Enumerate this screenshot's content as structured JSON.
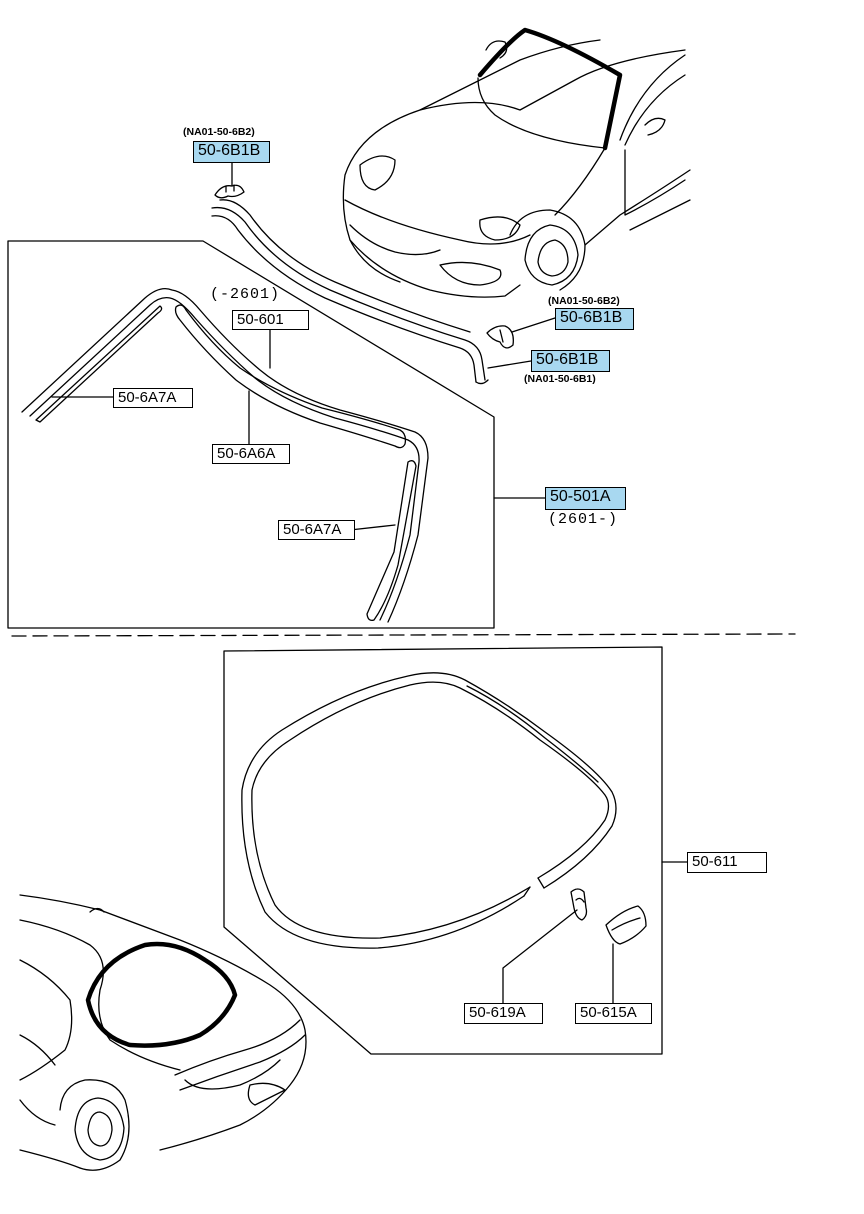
{
  "theme": {
    "highlight_color": "#a8d8f0",
    "line_color": "#000000"
  },
  "callouts": {
    "clip_top": {
      "part": "50-6B1B",
      "ref": "(NA01-50-6B2)"
    },
    "clip_right": {
      "part": "50-6B1B",
      "ref": "(NA01-50-6B2)"
    },
    "clip_end": {
      "part": "50-6B1B",
      "ref": "(NA01-50-6B1)"
    },
    "windshield_kit": {
      "part": "50-501A",
      "range": "(2601-)"
    },
    "molding": {
      "part": "50-601",
      "range": "(-2601)"
    },
    "side_strip_left": {
      "part": "50-6A7A"
    },
    "side_strip_right": {
      "part": "50-6A7A"
    },
    "upper_strip": {
      "part": "50-6A6A"
    },
    "rear_seal": {
      "part": "50-611"
    },
    "rear_clip_a": {
      "part": "50-619A"
    },
    "rear_clip_b": {
      "part": "50-615A"
    }
  }
}
